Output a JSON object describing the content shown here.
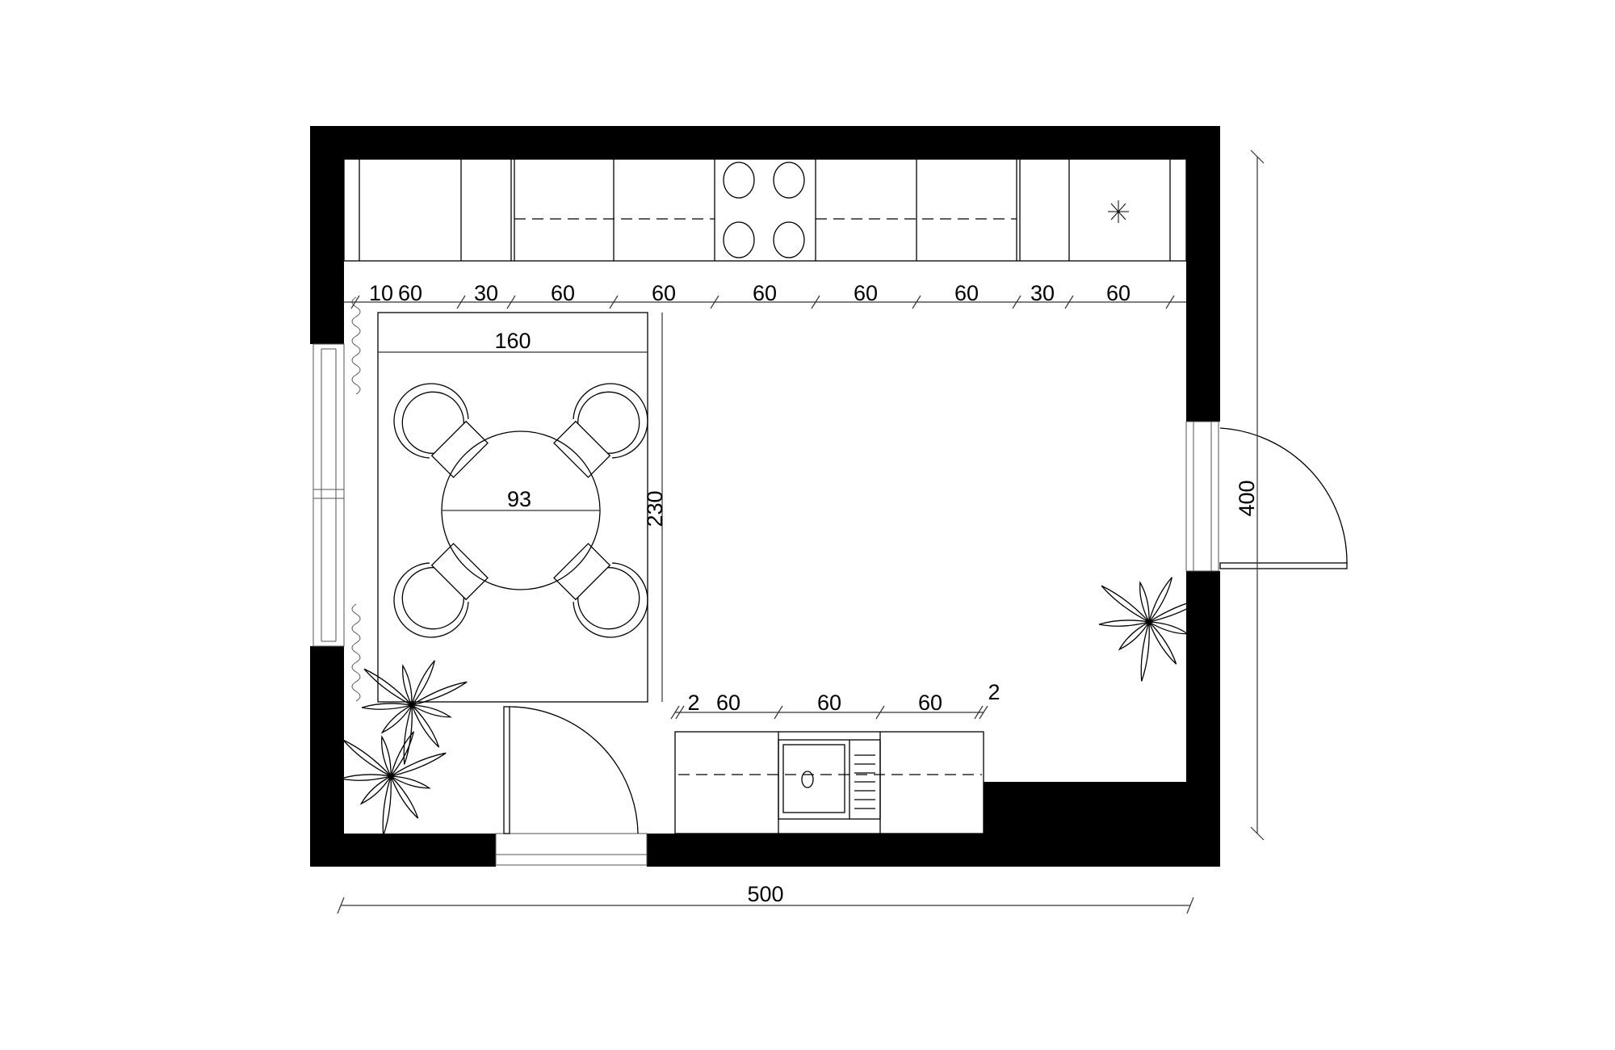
{
  "top_counter_dimensions": [
    "10",
    "60",
    "30",
    "60",
    "60",
    "60",
    "60",
    "60",
    "30",
    "60"
  ],
  "dining": {
    "table_area_width": "160",
    "table_area_depth": "230",
    "round_table_diameter": "93"
  },
  "bottom_counter_dimensions": [
    "2",
    "60",
    "60",
    "60",
    "2"
  ],
  "room": {
    "width": "500",
    "depth": "400"
  }
}
